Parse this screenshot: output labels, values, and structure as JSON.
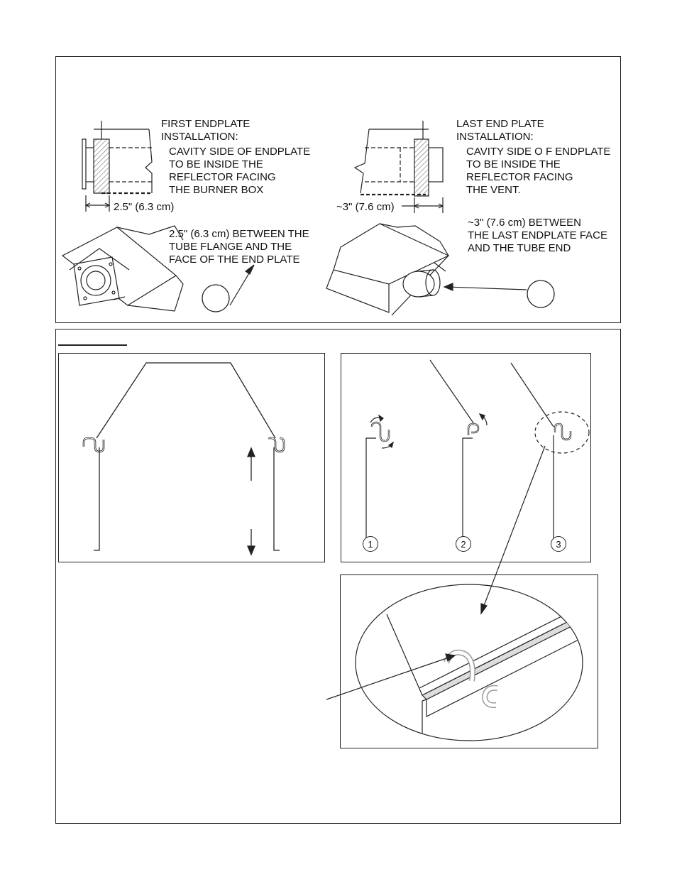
{
  "top_panel": {
    "first": {
      "title_lines": [
        "FIRST ENDPLATE",
        "INSTALLATION:"
      ],
      "desc_lines": [
        "CAVITY SIDE OF ENDPLATE",
        "TO BE INSIDE THE",
        "REFLECTOR FACING",
        "THE BURNER BOX"
      ],
      "dimension": "2.5\" (6.3 cm)",
      "note_lines": [
        "2.5\" (6.3 cm) BETWEEN THE",
        "TUBE FLANGE AND THE",
        "FACE OF THE END PLATE"
      ]
    },
    "last": {
      "title_lines": [
        "LAST END  PLATE",
        "INSTALLATION:"
      ],
      "desc_lines": [
        "CAVITY SIDE O F ENDPLATE",
        "TO BE INSIDE THE",
        "REFLECTOR FACING",
        "THE VENT."
      ],
      "dimension": "~3\" (7.6 cm)",
      "note_lines": [
        "~3\" (7.6 cm) BETWEEN",
        "THE LAST ENDPLATE FACE",
        "AND THE TUBE END"
      ]
    }
  },
  "steps": {
    "one": "1",
    "two": "2",
    "three": "3"
  },
  "colors": {
    "line": "#222222",
    "hatch": "#555555"
  }
}
